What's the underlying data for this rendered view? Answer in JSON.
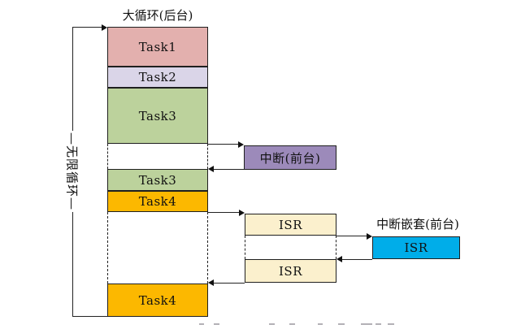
{
  "figure": {
    "title": "大循环(后台)",
    "infinite_loop_label": "—无限循环—",
    "background_stack": [
      {
        "label": "Task1",
        "color": "#e3b0ae"
      },
      {
        "label": "Task2",
        "color": "#dad5e8"
      },
      {
        "label": "Task3",
        "color": "#bcd29c"
      },
      {
        "label": "Task3",
        "color": "#bcd29c"
      },
      {
        "label": "Task4",
        "color": "#fcb800"
      },
      {
        "label": "Task4",
        "color": "#fcb800"
      }
    ],
    "interrupt_box": {
      "label": "中断(前台)",
      "color": "#9c8aba"
    },
    "isr_boxes": [
      {
        "label": "ISR",
        "color": "#fbf0cd"
      },
      {
        "label": "ISR",
        "color": "#fbf0cd"
      }
    ],
    "nested_interrupt": {
      "title": "中断嵌套(前台)",
      "label": "ISR",
      "color": "#00ade9"
    },
    "line_color": "#222222"
  }
}
